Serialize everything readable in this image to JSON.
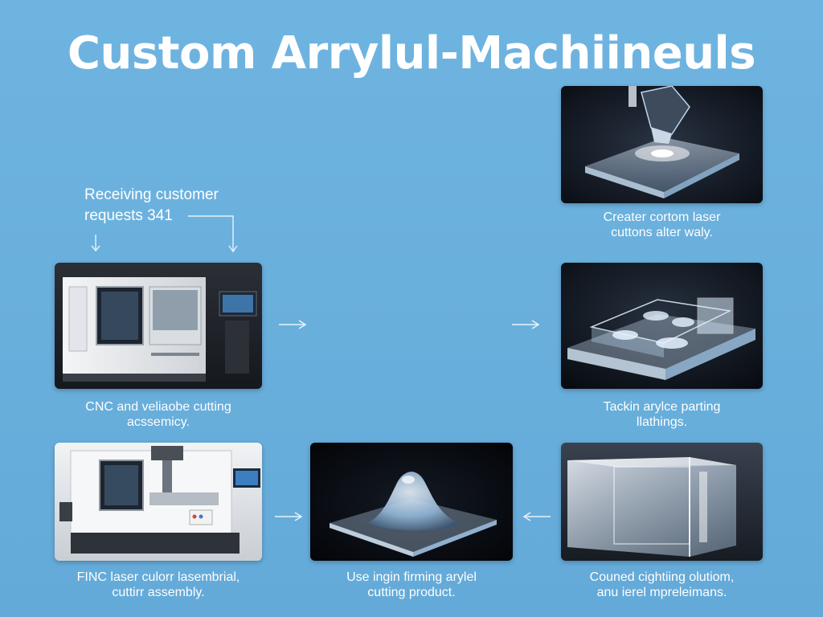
{
  "title": "Custom Arrylul-Machiineuls",
  "intro": {
    "line1": "Receiving customer",
    "line2": "requests 341"
  },
  "steps": [
    {
      "id": "cnc-cutting",
      "line1": "CNC and veliaobe cutting",
      "line2": "acssemicy."
    },
    {
      "id": "laser-cutting",
      "line1": "Creater cortom laser",
      "line2": "cuttons alter waly."
    },
    {
      "id": "acrylic-parting",
      "line1": "Tackin arylce parting",
      "line2": "llathings."
    },
    {
      "id": "fnc-laser",
      "line1": "FINC laser culorr lasembrial,",
      "line2": "cuttirr assembly."
    },
    {
      "id": "forming",
      "line1": "Use ingin firming arylel",
      "line2": "cutting product."
    },
    {
      "id": "finishing",
      "line1": "Couned cightiing olutiom,",
      "line2": "anu ierel mpreleimans."
    }
  ],
  "colors": {
    "background": "#69afdc",
    "text": "#ffffff",
    "panel_dark": "#0d1320",
    "panel_light": "#e9eef3"
  }
}
